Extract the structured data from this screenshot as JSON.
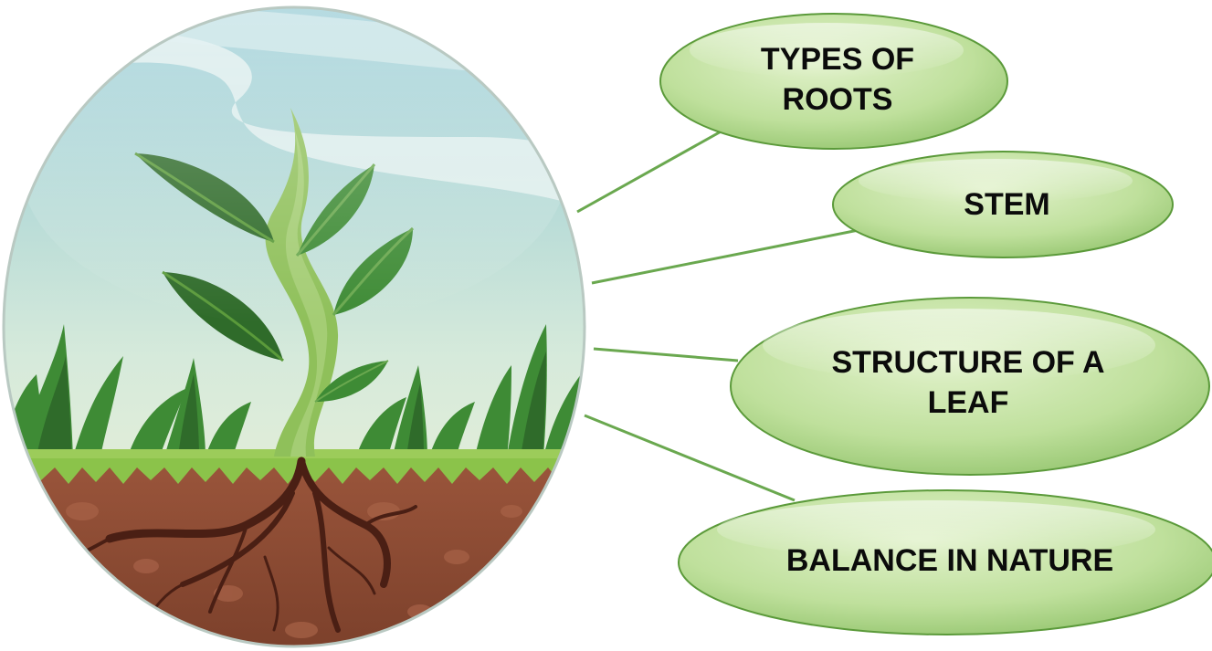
{
  "colors": {
    "node_fill_light": "#d4ebb6",
    "node_fill_dark": "#8ec168",
    "node_outline": "#5b9a3a",
    "connector": "#6aa84f",
    "sky_top": "#8ec7d2",
    "sky_bottom": "#eef3d8",
    "grass": "#8bc34a",
    "soil": "#8d4b34",
    "root": "#4a1f14",
    "leaf_dark": "#2f6b2a",
    "leaf_mid": "#3e8b35",
    "stem": "#8fc05a"
  },
  "illustration": {
    "icon": "plant-in-soil-illustration"
  },
  "nodes": [
    {
      "lines": [
        "TYPES OF",
        "ROOTS"
      ]
    },
    {
      "lines": [
        "STEM"
      ]
    },
    {
      "lines": [
        "STRUCTURE OF A",
        "LEAF"
      ]
    },
    {
      "lines": [
        "BALANCE IN NATURE"
      ]
    }
  ]
}
